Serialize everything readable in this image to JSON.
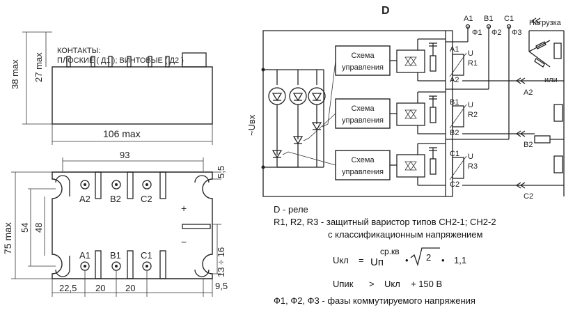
{
  "drawing": {
    "contacts_line1": "КОНТАКТЫ:",
    "contacts_line2": "ПЛОСКИЕ ( Д1 ); ВИНТОВЫЕ ( Д2 )",
    "dim_38": "38 max",
    "dim_27": "27 max",
    "dim_106": "106 max",
    "dim_93": "93",
    "dim_75": "75 max",
    "dim_54": "54",
    "dim_48": "48",
    "dim_5_5": "5,5",
    "dim_13_16": "13 ÷ 16",
    "dim_22_5": "22,5",
    "dim_20a": "20",
    "dim_20b": "20",
    "dim_9_5": "9,5",
    "term_a2": "A2",
    "term_b2": "B2",
    "term_c2": "C2",
    "term_a1": "A1",
    "term_b1": "B1",
    "term_c1": "C1",
    "plus": "+",
    "minus": "−"
  },
  "schematic": {
    "title": "D",
    "a1": "A1",
    "b1": "B1",
    "c1": "C1",
    "f1": "Ф1",
    "f2": "Ф2",
    "f3": "Ф3",
    "load": "Нагрузка",
    "or": "или",
    "a2": "A2",
    "b2": "B2",
    "c2": "C2",
    "uvx": "~Uвх",
    "ctrl_line1": "Схема",
    "ctrl_line2": "управления",
    "r1": "R1",
    "r2": "R2",
    "r3": "R3",
    "u": "U",
    "blk_a1": "A1",
    "blk_a2": "A2",
    "blk_b1": "B1",
    "blk_b2": "B2",
    "blk_c1": "C1",
    "blk_c2": "C2"
  },
  "legend": {
    "line1": "D - реле",
    "line2": "R1, R2, R3 - защитный варистор типов СН2-1; СН2-2",
    "line3": "с классификационным напряжением",
    "ukl": "Uкл",
    "eq": "=",
    "un": "Uп",
    "sup": "ср.кв",
    "dot1": "•",
    "two": "2",
    "dot2": "•",
    "factor": "1,1",
    "upik": "Uпик",
    "gt": ">",
    "ukl2": "Uкл",
    "plus150": "+ 150 В",
    "line6": "Ф1, Ф2, Ф3 - фазы коммутируемого напряжения"
  }
}
